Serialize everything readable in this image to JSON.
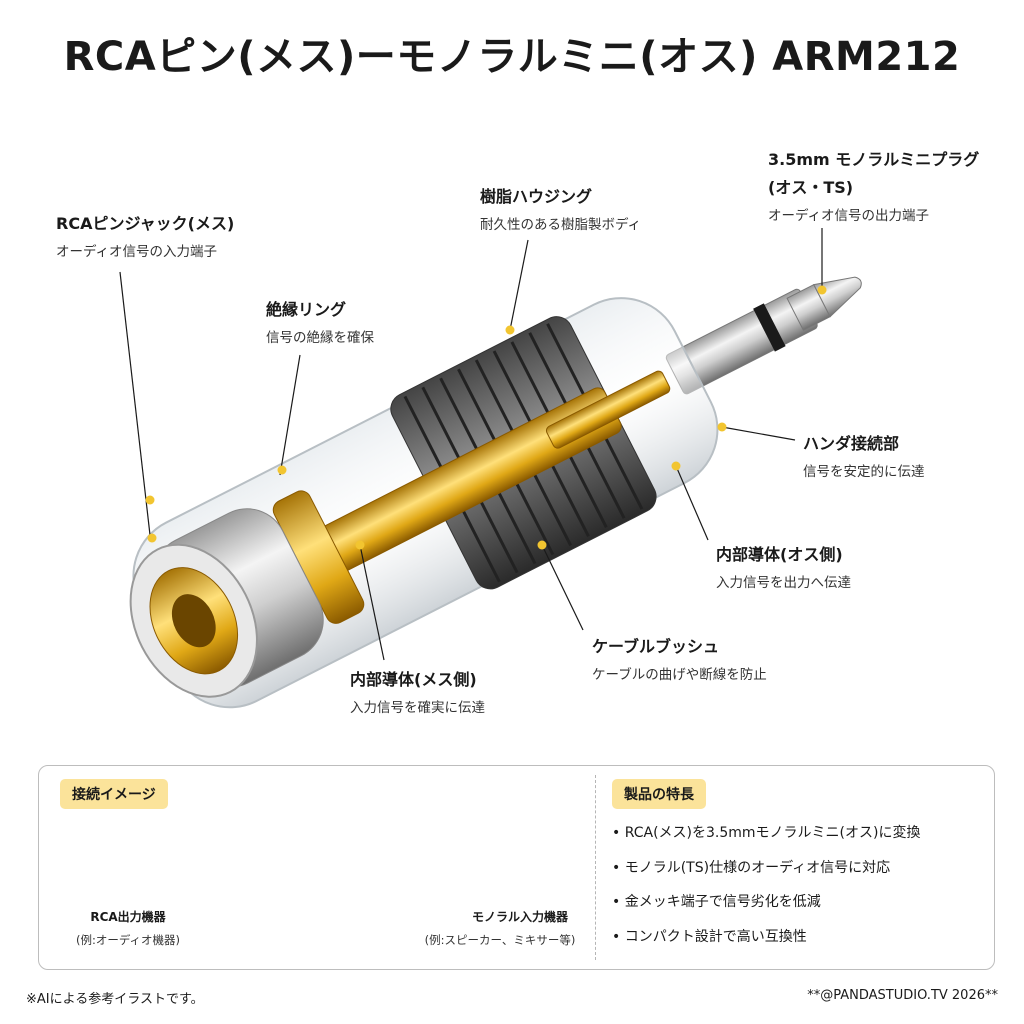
{
  "title": "RCAピン(メス)ーモノラルミニ(オス) ARM212",
  "labels": {
    "plug": {
      "heading": "3.5mm モノラルミニプラグ",
      "heading2": "(オス・TS)",
      "desc": "オーディオ信号の出力端子"
    },
    "housing": {
      "heading": "樹脂ハウジング",
      "desc": "耐久性のある樹脂製ボディ"
    },
    "rca_jack": {
      "heading": "RCAピンジャック(メス)",
      "desc": "オーディオ信号の入力端子"
    },
    "ring": {
      "heading": "絶縁リング",
      "desc": "信号の絶縁を確保"
    },
    "solder": {
      "heading": "ハンダ接続部",
      "desc": "信号を安定的に伝達"
    },
    "inner_male": {
      "heading": "内部導体(オス側)",
      "desc": "入力信号を出力へ伝達"
    },
    "bush": {
      "heading": "ケーブルブッシュ",
      "desc": "ケーブルの曲げや断線を防止"
    },
    "inner_female": {
      "heading": "内部導体(メス側)",
      "desc": "入力信号を確実に伝達"
    }
  },
  "connection": {
    "badge": "接続イメージ",
    "source_caption": "RCA出力機器",
    "source_sub": "(例:オーディオ機器)",
    "target_caption": "モノラル入力機器",
    "target_sub": "(例:スピーカー、ミキサー等)"
  },
  "features": {
    "badge": "製品の特長",
    "items": [
      "• RCA(メス)を3.5mmモノラルミニ(オス)に変換",
      "• モノラル(TS)仕様のオーディオ信号に対応",
      "• 金メッキ端子で信号劣化を低減",
      "• コンパクト設計で高い互換性"
    ]
  },
  "footer": {
    "note": "※AIによる参考イラストです。",
    "credit": "**@PANDASTUDIO.TV 2026**"
  },
  "colors": {
    "gold": "#d9a417",
    "badge": "#fbe39a",
    "red_jack": "#e0201c",
    "dot": "#f2c530"
  }
}
